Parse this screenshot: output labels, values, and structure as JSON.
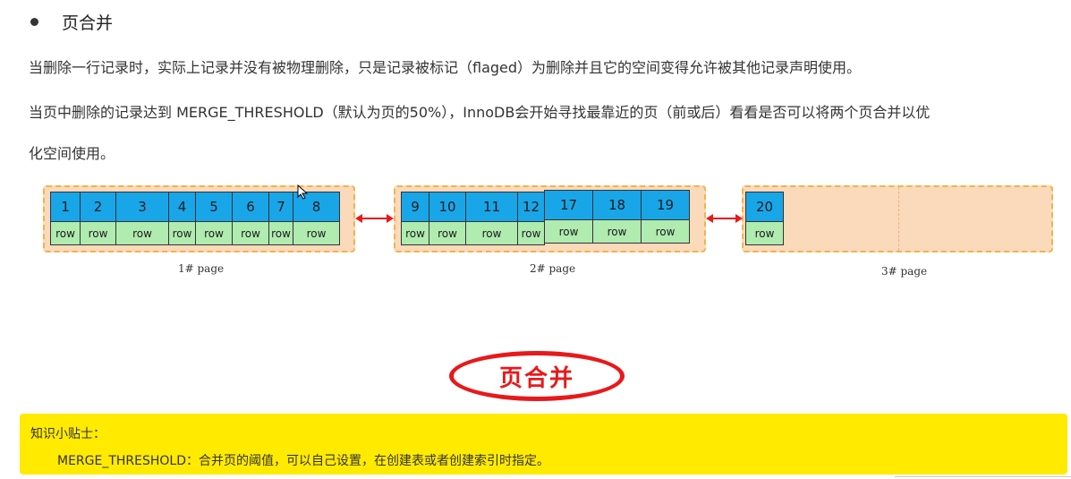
{
  "heading": "页合并",
  "paragraphs": [
    "当删除一行记录时，实际上记录并没有被物理删除，只是记录被标记（flaged）为删除并且它的空间变得允许被其他记录声明使用。",
    "当页中删除的记录达到 MERGE_THRESHOLD（默认为页的50%），InnoDB会开始寻找最靠近的页（前或后）看看是否可以将两个页合并以优",
    "化空间使用。"
  ],
  "pages": [
    {
      "label": "1# page",
      "records": [
        "1",
        "2",
        "3",
        "4",
        "5",
        "6",
        "7",
        "8"
      ],
      "row_label": "row"
    },
    {
      "label": "2# page",
      "records": [
        "9",
        "10",
        "11",
        "12",
        "17",
        "18",
        "19"
      ],
      "row_label": "row"
    },
    {
      "label": "3# page",
      "records": [
        "20"
      ],
      "row_label": "row"
    }
  ],
  "stamp_text": "页合并",
  "tip": {
    "title": "知识小贴士：",
    "body": "MERGE_THRESHOLD：合并页的阈值，可以自己设置，在创建表或者创建索引时指定。"
  },
  "colors": {
    "header_cell": "#19a6e8",
    "row_cell": "#b0ebb0",
    "page_background": "#fbd9bb",
    "page_border": "#f2b34a",
    "arrow": "#e8191b",
    "stamp": "#e8191b",
    "tip_background": "#ffea00"
  }
}
